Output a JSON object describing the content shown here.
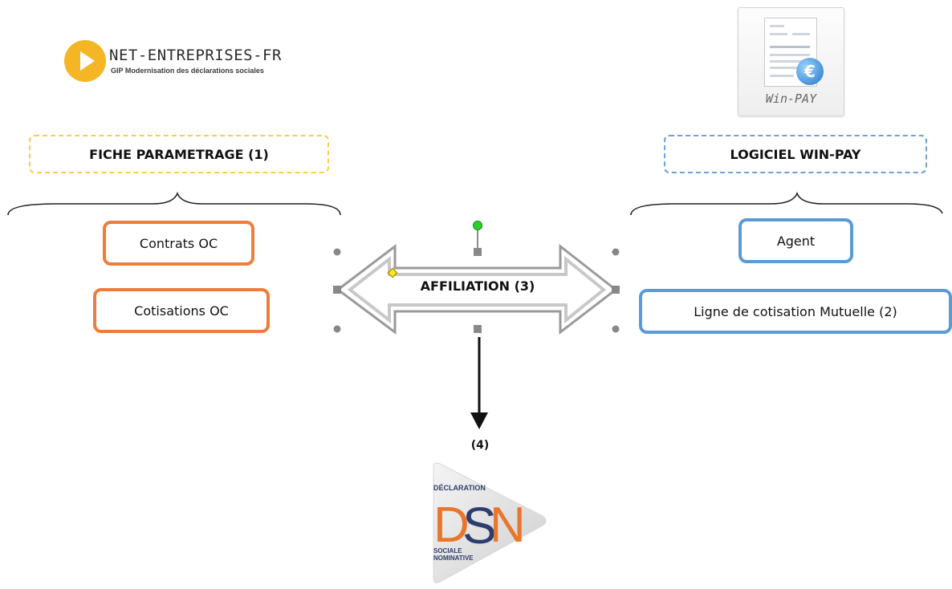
{
  "logos": {
    "net_entreprises": {
      "title": "NET-ENTREPRISES-FR",
      "subtitle": "GIP Modernisation des déclarations sociales"
    },
    "winpay": {
      "label": "Win-PAY"
    },
    "dsn": {
      "top": "DÉCLARATION",
      "letters": "DSN",
      "bottom1": "SOCIALE",
      "bottom2": "NOMINATIVE"
    }
  },
  "left": {
    "title": "FICHE PARAMETRAGE (1)",
    "items": [
      "Contrats OC",
      "Cotisations OC"
    ]
  },
  "right": {
    "title": "LOGICIEL WIN-PAY",
    "items": [
      "Agent",
      "Ligne de cotisation Mutuelle (2)"
    ]
  },
  "center": {
    "arrow_label": "AFFILIATION (3)",
    "step_label": "(4)"
  },
  "colors": {
    "orange": "#ee7d3b",
    "blue": "#5b9bd5",
    "yellow_dashed": "#f7cf4a",
    "net_entreprises_yellow": "#f5b625"
  }
}
